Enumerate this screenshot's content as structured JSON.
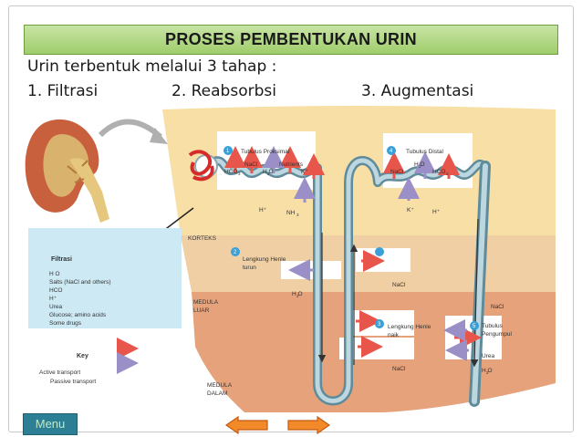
{
  "title": "PROSES PEMBENTUKAN URIN",
  "intro": "Urin terbentuk melalui 3 tahap :",
  "steps": [
    "1. Filtrasi",
    "2. Reabsorbsi",
    "3. Augmentasi"
  ],
  "diagram": {
    "regions": {
      "korteks": "KORTEKS",
      "medula_luar": [
        "MEDULA",
        "LUAR"
      ],
      "medula_dalam": [
        "MEDULA",
        "DALAM"
      ]
    },
    "stages": [
      {
        "number": "1",
        "name": "Tubulus Proksimal"
      },
      {
        "number": "2",
        "name": [
          "Lengkung Henle",
          "turun"
        ]
      },
      {
        "number": "3",
        "name": [
          "Lengkung Henle",
          "naik"
        ]
      },
      {
        "number": "4",
        "name": "Tubulus Distal"
      },
      {
        "number": "5",
        "name": [
          "Tubulus",
          "Pengumpul"
        ]
      }
    ],
    "labels": {
      "proksimal": {
        "nacl": "NaCl",
        "nutrients": "Nutrients",
        "hco3": "HCO",
        "h2o": "H O",
        "k": "K⁺",
        "h": "H⁺",
        "nh3": "NH"
      },
      "distal": {
        "h2o": "H O",
        "nacl": "NaCl",
        "hco3": "HCO",
        "k": "K⁺",
        "h": "H⁺"
      },
      "medula": {
        "h2o": "H O",
        "nacl_1": "NaCl",
        "nacl_2": "NaCl",
        "nacl_3": "NaCl",
        "urea": "Urea",
        "h2o_2": "H O"
      },
      "subscripts": {
        "two": "2",
        "three": "3",
        "three_minus": "3",
        "minus": "−"
      }
    },
    "filtrasi_box": {
      "title": "Filtrasi",
      "items": [
        "H O",
        "Salts (NaCl and others)",
        "HCO",
        "H⁺",
        "Urea",
        "Glucose; amino acids",
        "Some drugs"
      ]
    },
    "key": {
      "title": "Key",
      "active": "Active transport",
      "passive": "Passive transport"
    },
    "colors": {
      "korteks": "#f7dfa6",
      "medula_luar": "#efcfa3",
      "medula_dalam": "#e6a27a",
      "active_arrow": "#e8554a",
      "passive_arrow": "#9a8fc7",
      "tubule": "#7faab8",
      "filtrasi_bg": "#cde9f3",
      "stage_badge": "#3aa0d8"
    }
  },
  "nav": {
    "menu_label": "Menu",
    "prev_icon": "arrow-left-icon",
    "next_icon": "arrow-right-icon"
  }
}
